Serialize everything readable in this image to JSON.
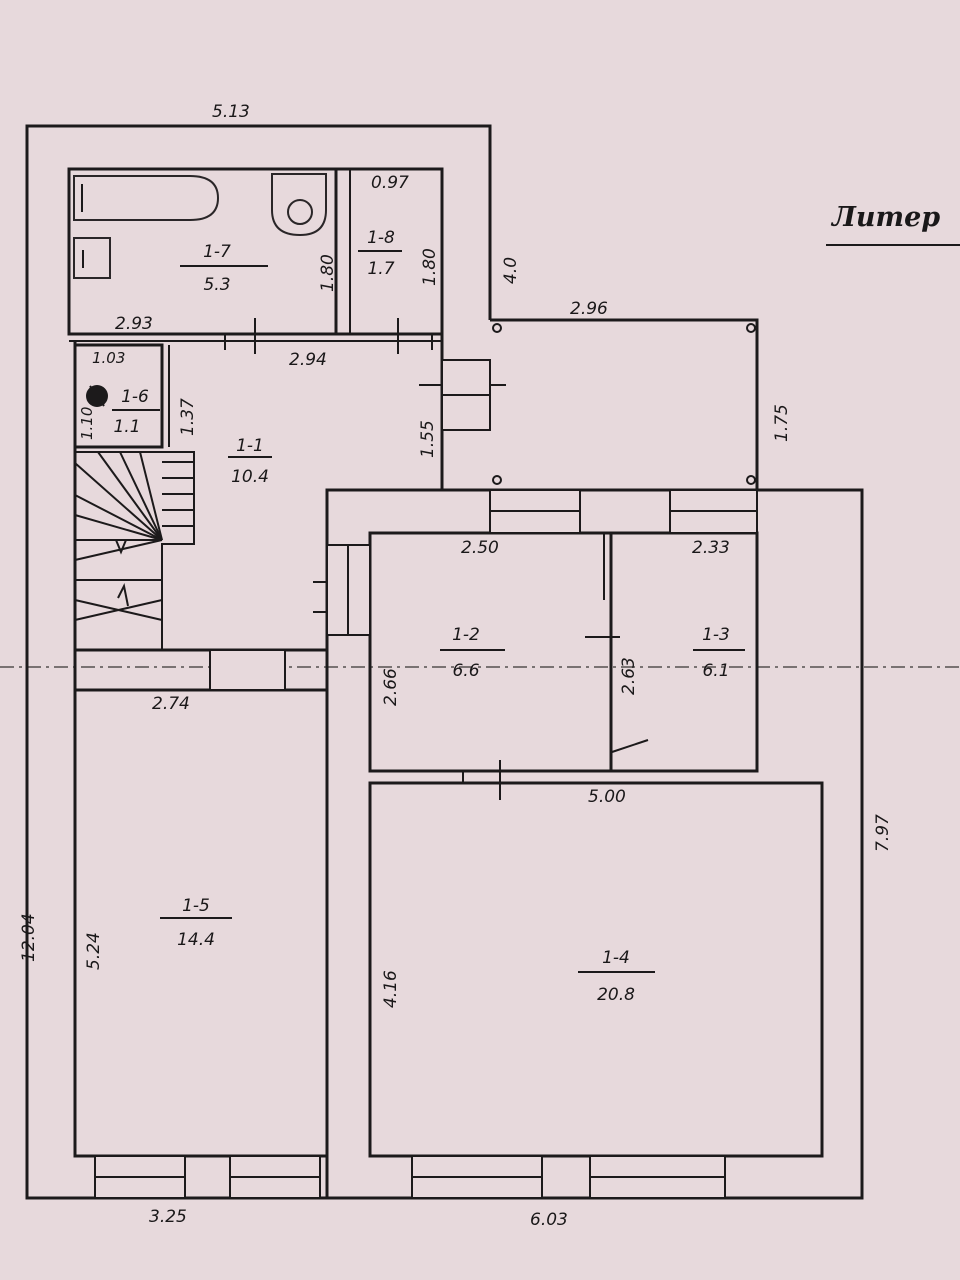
{
  "title": "Литер",
  "rooms": [
    {
      "id": "1-1",
      "area": "10.4"
    },
    {
      "id": "1-2",
      "area": "6.6"
    },
    {
      "id": "1-3",
      "area": "6.1"
    },
    {
      "id": "1-4",
      "area": "20.8"
    },
    {
      "id": "1-5",
      "area": "14.4"
    },
    {
      "id": "1-6",
      "area": "1.1"
    },
    {
      "id": "1-7",
      "area": "5.3"
    },
    {
      "id": "1-8",
      "area": "1.7"
    }
  ],
  "dimensions": {
    "top_width": "5.13",
    "wc_width": "0.97",
    "bath_height": "1.80",
    "wc_height": "1.80",
    "ext_height": "4.0",
    "bath_width": "2.93",
    "hall_top": "2.94",
    "porch_width": "2.96",
    "porch_depth": "1.75",
    "closet_width": "1.03",
    "closet_w2": "1.10",
    "closet_h": "1.37",
    "hall_side": "1.55",
    "r12_width": "2.50",
    "r13_width": "2.33",
    "r12_height": "2.66",
    "r13_height": "2.63",
    "r15_top": "2.74",
    "r14_width": "5.00",
    "right_total": "7.97",
    "left_total": "12.04",
    "r15_height": "5.24",
    "r14_height": "4.16",
    "bottom_left": "3.25",
    "bottom_right": "6.03"
  }
}
